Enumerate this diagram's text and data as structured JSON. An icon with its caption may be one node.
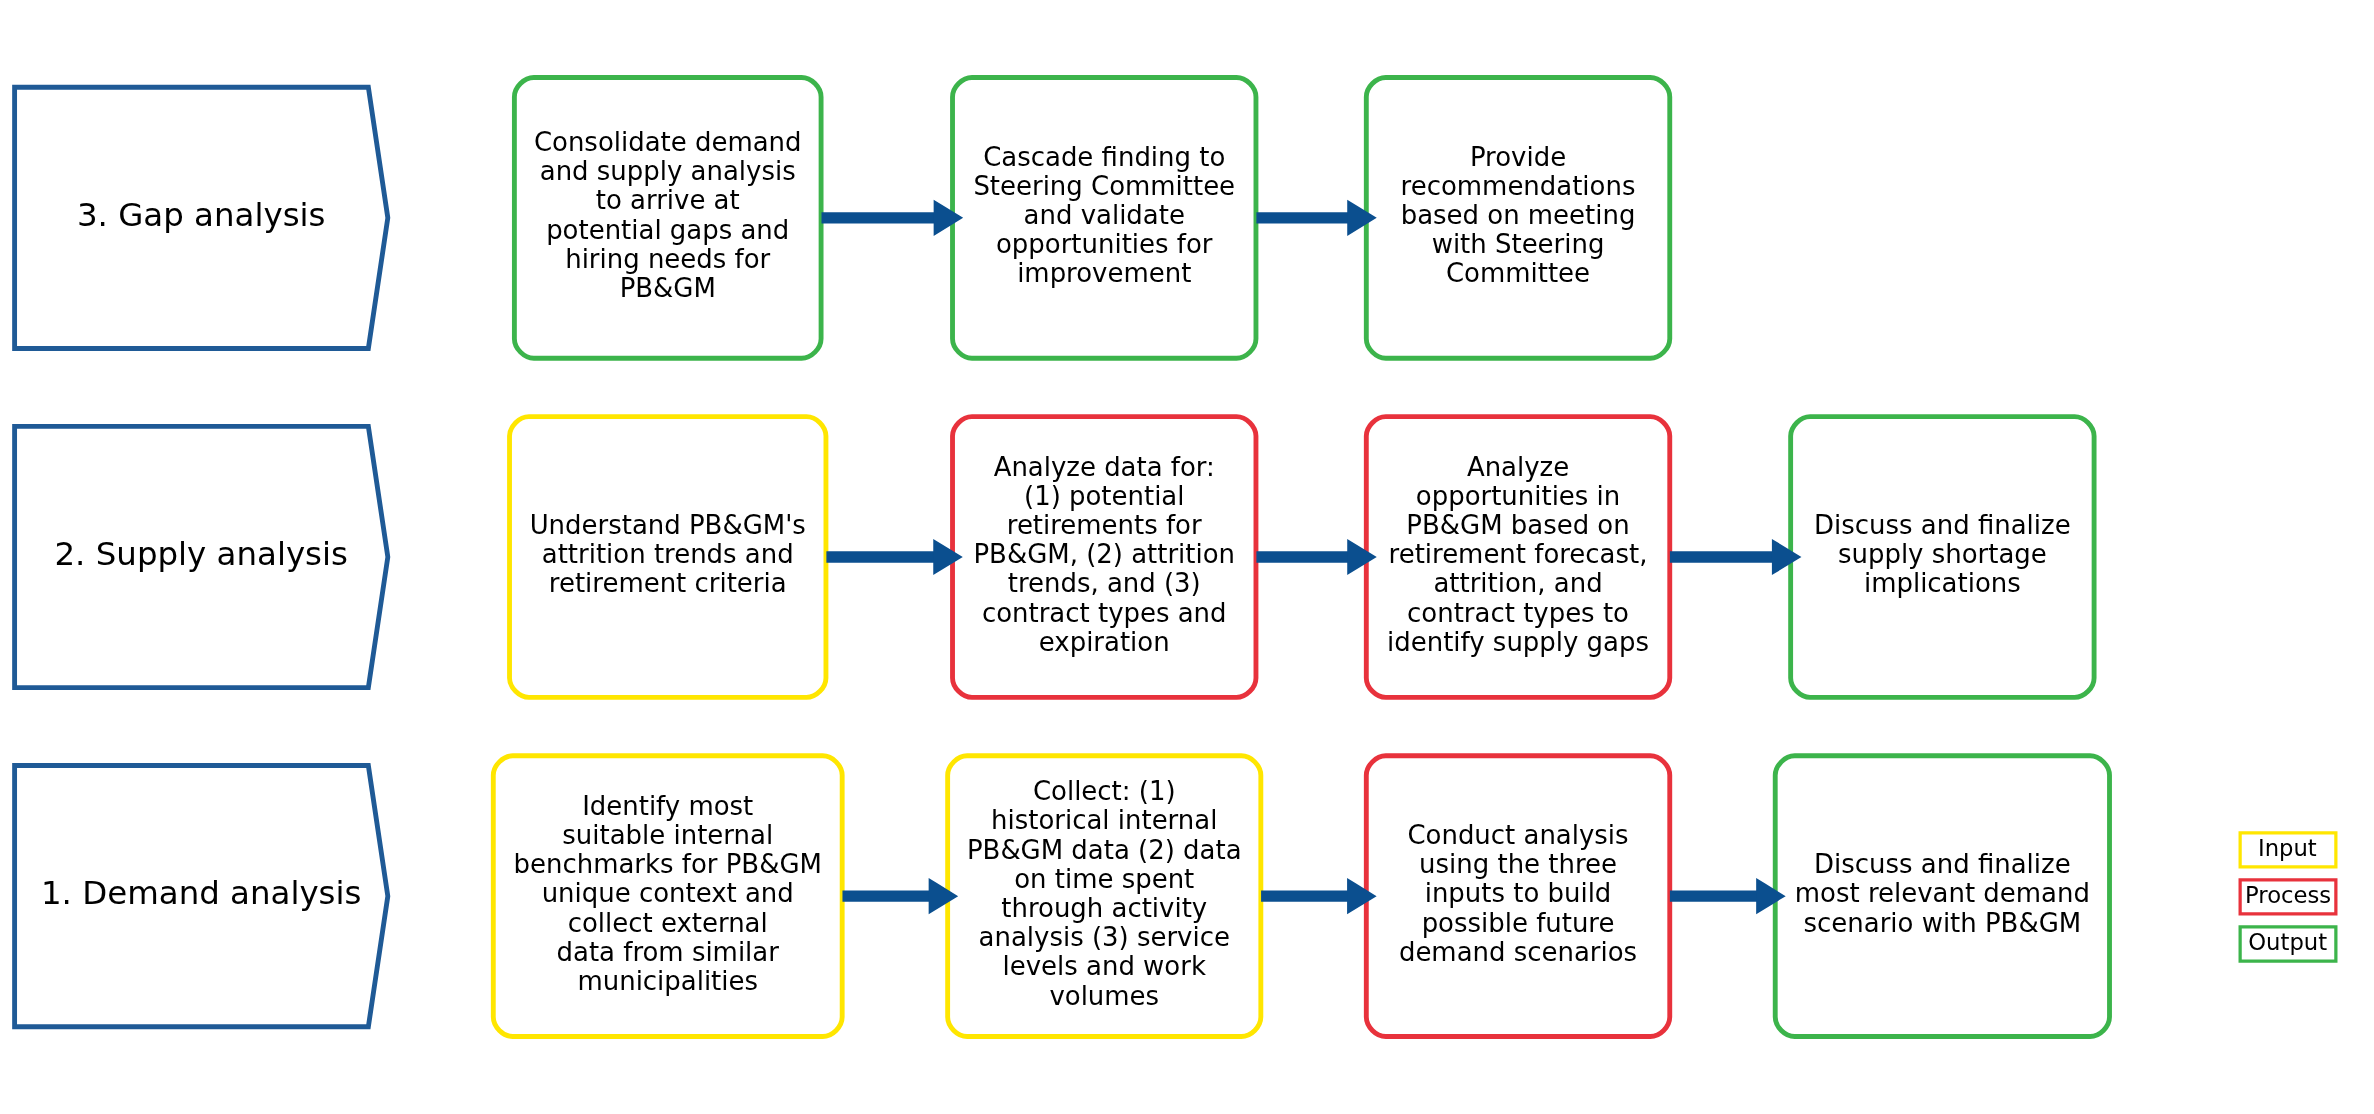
{
  "diagram": {
    "nodes": [
      {
        "text": [
          "1. Demand analysis"
        ]
      },
      {
        "text": [
          "Identify most suitable internal benchmarks for PB&GM unique context and collect external data from similar municipalities"
        ]
      },
      {
        "text": [
          "Collect: (1) historical internal PB&GM data (2) data on time spent through activity analysis (3) service levels and work volumes"
        ]
      },
      {
        "text": [
          "Conduct analysis using the three inputs to build possible future demand scenarios"
        ]
      },
      {
        "text": [
          "Discuss and finalize most relevant demand scenario with PB&GM"
        ]
      },
      {
        "text": [
          "2. Supply analysis"
        ]
      },
      {
        "text": [
          "Understand PB&GM's attrition trends and retirement criteria"
        ]
      },
      {
        "text": [
          "Analyze data for: (1) potential retirements for PB&GM, (2) attrition trends, and (3) contract types and expiration"
        ]
      },
      {
        "text": [
          "Analyze opportunities in PB&GM based on retirement forecast, attrition, and contract types to identify supply gaps"
        ]
      },
      {
        "text": [
          "Discuss and finalize supply shortage implications"
        ]
      },
      {
        "text": [
          "3. Gap analysis"
        ]
      },
      {
        "text": [
          "Consolidate demand and supply analysis to arrive at potential gaps and hiring needs for PB&GM"
        ]
      },
      {
        "text": [
          "Cascade finding to Steering Committee and validate opportunities for improvement"
        ]
      },
      {
        "text": [
          "Provide recommendations based on meeting with Steering Committee"
        ]
      }
    ],
    "edges": [
      {
        "from": 1,
        "to": 2,
        "arrow": "to"
      },
      {
        "from": 2,
        "to": 3,
        "arrow": "to"
      },
      {
        "from": 3,
        "to": 4,
        "arrow": "to"
      },
      {
        "from": 6,
        "to": 7,
        "arrow": "to"
      },
      {
        "from": 7,
        "to": 8,
        "arrow": "to"
      },
      {
        "from": 8,
        "to": 9,
        "arrow": "to"
      },
      {
        "from": 11,
        "to": 12,
        "arrow": "to"
      },
      {
        "from": 12,
        "to": 13,
        "arrow": "to"
      }
    ],
    "legend": [
      {
        "text": "Input",
        "color": "#ffe600"
      },
      {
        "text": "Process",
        "color": "#e8323c"
      },
      {
        "text": "Output",
        "color": "#3cb44b"
      }
    ]
  }
}
